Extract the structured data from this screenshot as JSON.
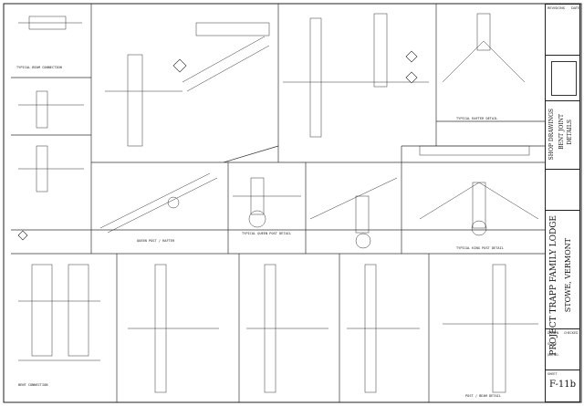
{
  "title_block": {
    "project_line1": "PROJECT TRAPP FAMILY LODGE",
    "project_line2": "STOWE, VERMONT",
    "drawing_type": "SHOP DRAWINGS",
    "drawing_title_1": "BENT JOINT",
    "drawing_title_2": "DETAILS",
    "sheet_number": "F-11b",
    "revisions_label": "REVISIONS",
    "date_label": "DATE",
    "drawn_label": "DRAWN",
    "checked_label": "CHECKED",
    "scale_label": "SCALE",
    "job_label": "JOB NO.",
    "sheet_label": "SHEET"
  },
  "detail_labels": [
    "TYPICAL BEAM CONNECTION",
    "TYPICAL RAFTER DETAIL",
    "TYPICAL QUEEN POST DETAIL",
    "TYPICAL KING POST DETAIL",
    "QUEEN POST / RAFTER",
    "BENT CONNECTION",
    "POST / BEAM DETAIL"
  ],
  "icons": [
    "north-arrow-icon",
    "section-marker-icon"
  ]
}
